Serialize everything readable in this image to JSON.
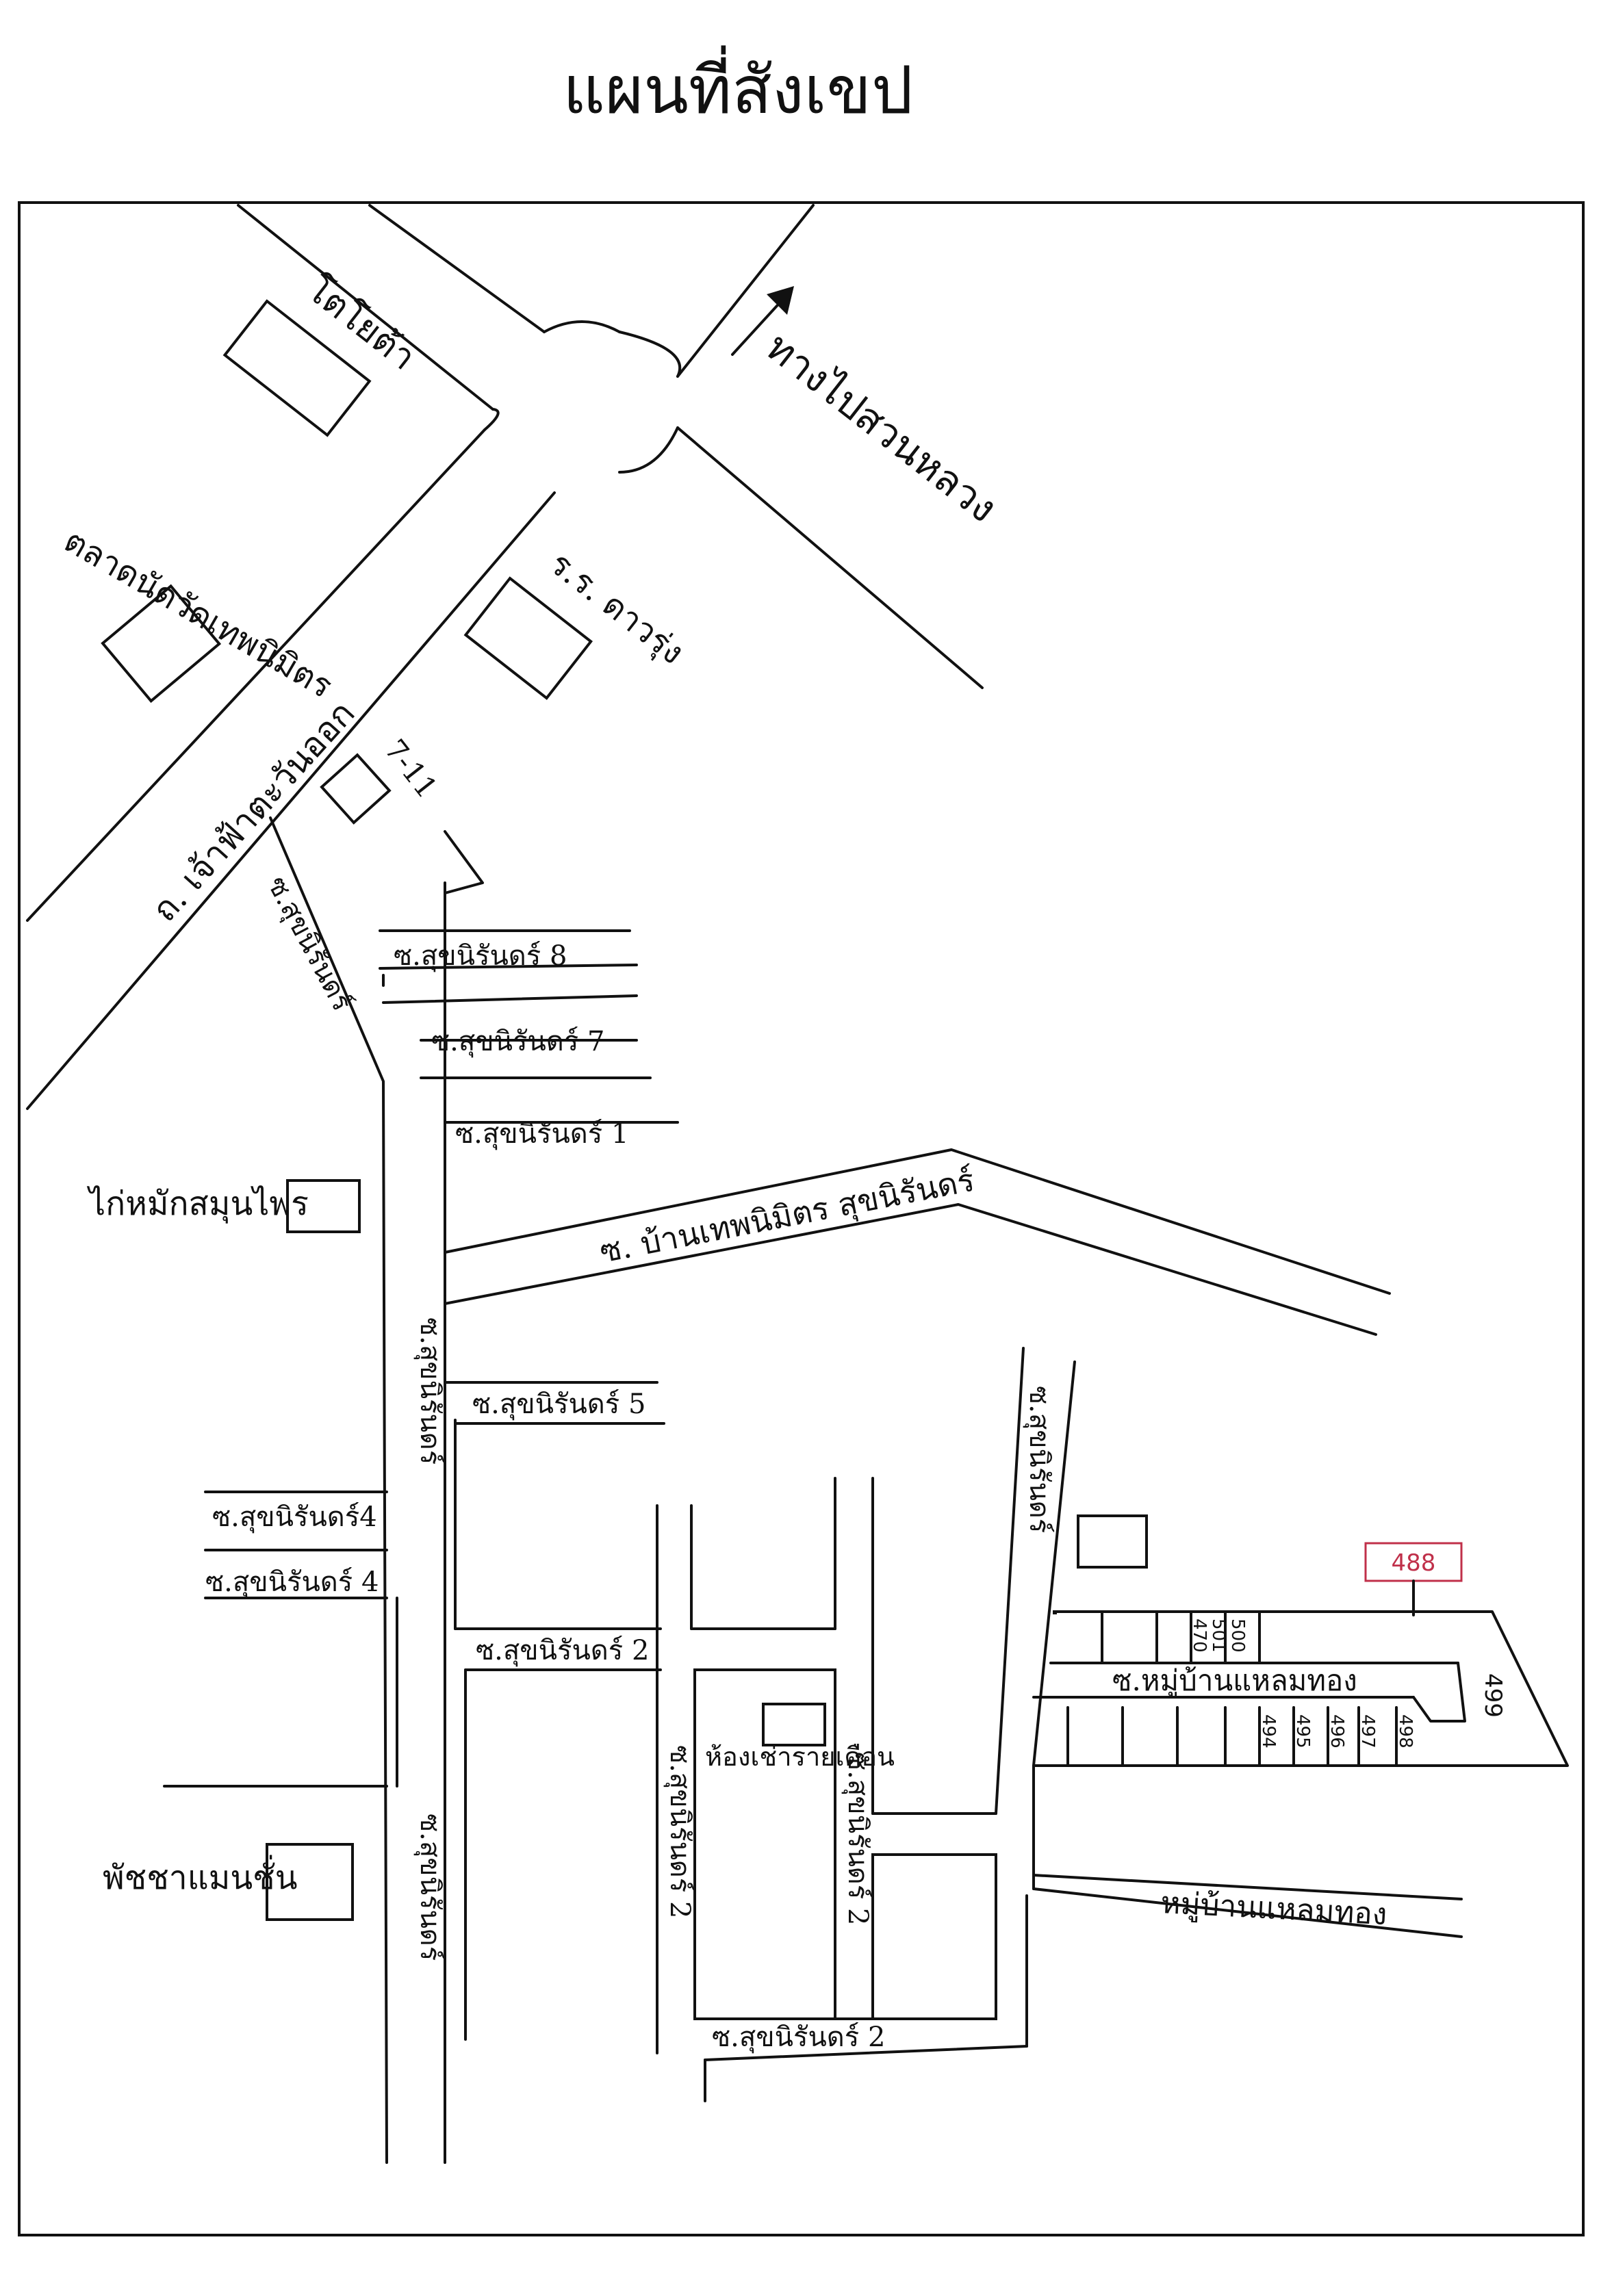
{
  "title": "แผนที่สังเขป",
  "direction_label": "ทางไปสวนหลวง",
  "roads": {
    "main_road": "ถ. เจ้าฟ้าตะวันออก",
    "soi_sukhonthin_top": "ซ.สุขนิรันดร์",
    "soi_sukhonthin_8": "ซ.สุขนิรันดร์ 8",
    "soi_sukhonthin_7": "ซ.สุขนิรันดร์ 7",
    "soi_sukhonthin_1": "ซ.สุขนิรันดร์ 1",
    "soi_ban_thepnimit": "ซ. บ้านเทพนิมิตร สุขนิรันดร์",
    "soi_sukhonthin_mid": "ซ.สุขนิรันดร์",
    "soi_sukhonthin_5": "ซ.สุขนิรันดร์ 5",
    "soi_sukhonthin_4a": "ซ.สุขนิรันดร์4",
    "soi_sukhonthin_4b": "ซ.สุขนิรันดร์ 4",
    "soi_sukhonthin_2a": "ซ.สุขนิรันดร์ 2",
    "soi_sukhonthin_left_lower": "ซ.สุขนิรันดร์",
    "soi_sukhonthin_2_vert_a": "ซ.สุขนิรันดร์ 2",
    "soi_sukhonthin_2_vert_b": "ซ.สุขนิรันดร์ 2",
    "soi_sukhonthin_2_bottom": "ซ.สุขนิรันดร์ 2",
    "soi_sukhonthin_right": "ซ.สุขนิรันดร์",
    "soi_village_laemthong": "ซ.หมู่บ้านแหลมทอง",
    "village_laemthong": "หมู่บ้านแหลมทอง"
  },
  "places": {
    "toyota": "โตโยต้า",
    "market": "ตลาดนัดวัดเทพนิมิตร",
    "school": "ร.ร. ดาวรุ่ง",
    "seven_eleven": "7-11",
    "chicken_herb": "ไก่หมักสมุนไพร",
    "rental_room": "ห้องเช่ารายเดือน",
    "phatcha_mansion": "พัชชาแมนชั่น"
  },
  "house_numbers": {
    "top_row": [
      "500",
      "501",
      "470"
    ],
    "bottom_row": [
      "494",
      "495",
      "496",
      "497",
      "498"
    ],
    "corner": "499",
    "target": "488"
  },
  "colors": {
    "ink": "#111111",
    "target_marker": "#c0304a"
  }
}
